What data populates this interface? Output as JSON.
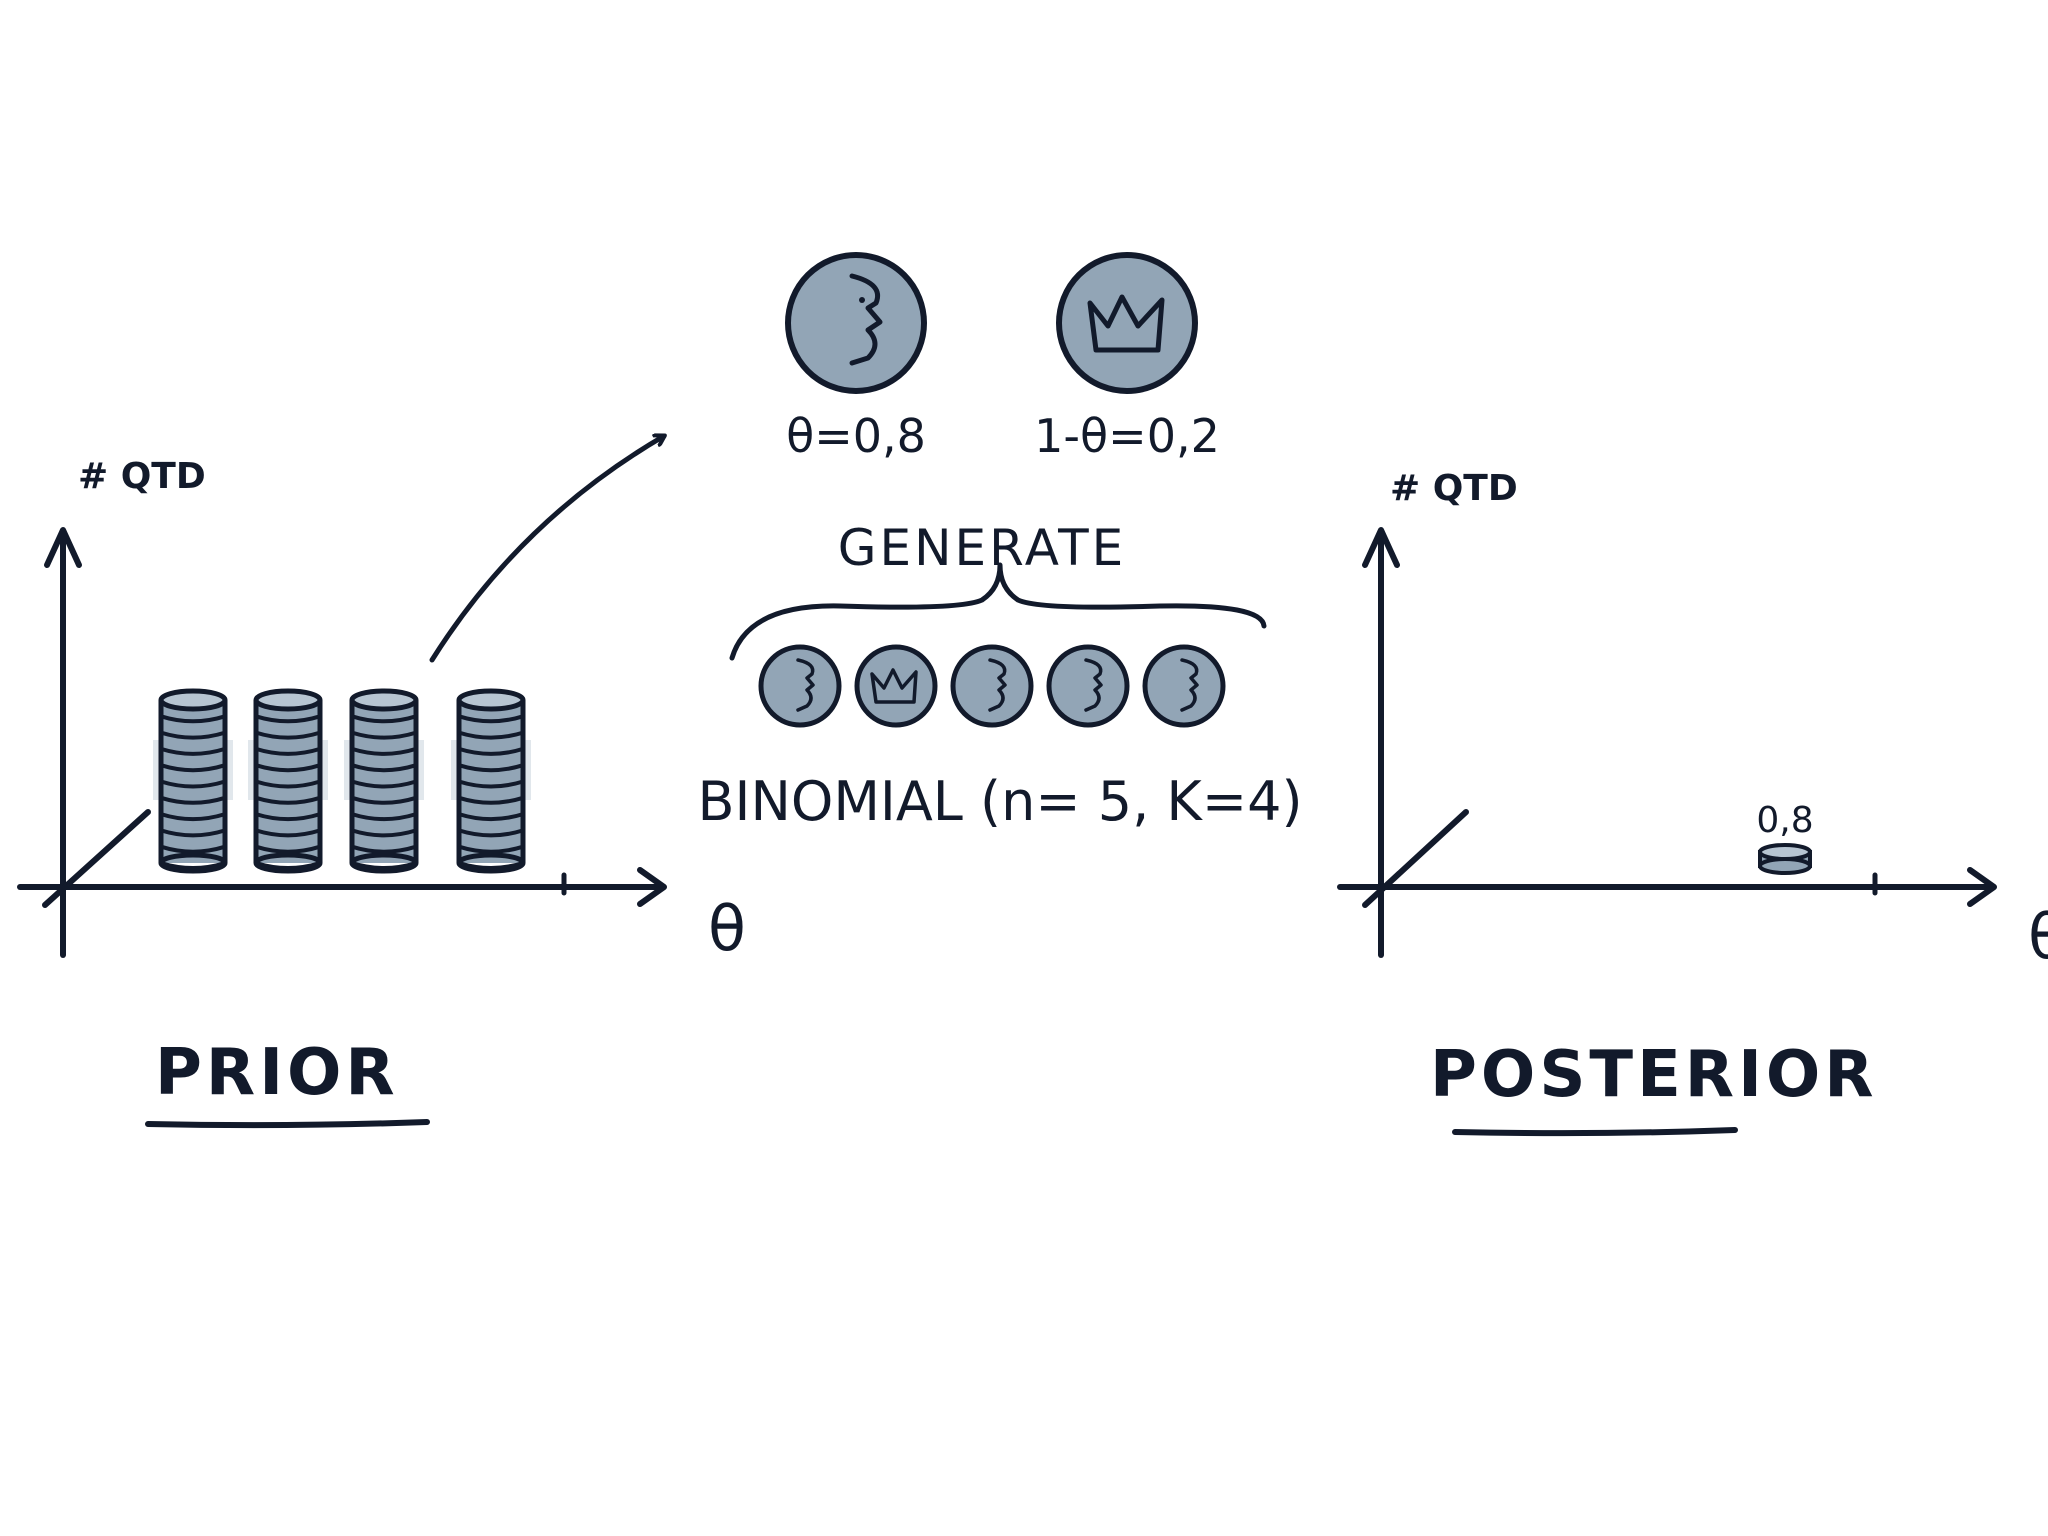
{
  "colors": {
    "ink": "#121a2b",
    "coin_fill": "#92a5b6",
    "coin_shade": "#c9d3dd",
    "background": "#ffffff"
  },
  "prior": {
    "y_axis_label": "# QTD",
    "x_axis_label": "θ",
    "title": "PRIOR",
    "coin_stacks": 4,
    "coins_per_stack": 11
  },
  "posterior": {
    "y_axis_label": "# QTD",
    "x_axis_label": "θ",
    "title": "POSTERIOR",
    "coin_label": "0,8",
    "coin_value": 0.8
  },
  "coin_faces": {
    "heads_icon": "face-profile-icon",
    "tails_icon": "crown-icon",
    "heads_probability": "θ=0,8",
    "tails_probability": "1-θ=0,2"
  },
  "generate": {
    "label": "GENERATE",
    "sequence": [
      "heads",
      "tails",
      "heads",
      "heads",
      "heads"
    ],
    "distribution": "BINOMIAL (n= 5, K=4)"
  }
}
